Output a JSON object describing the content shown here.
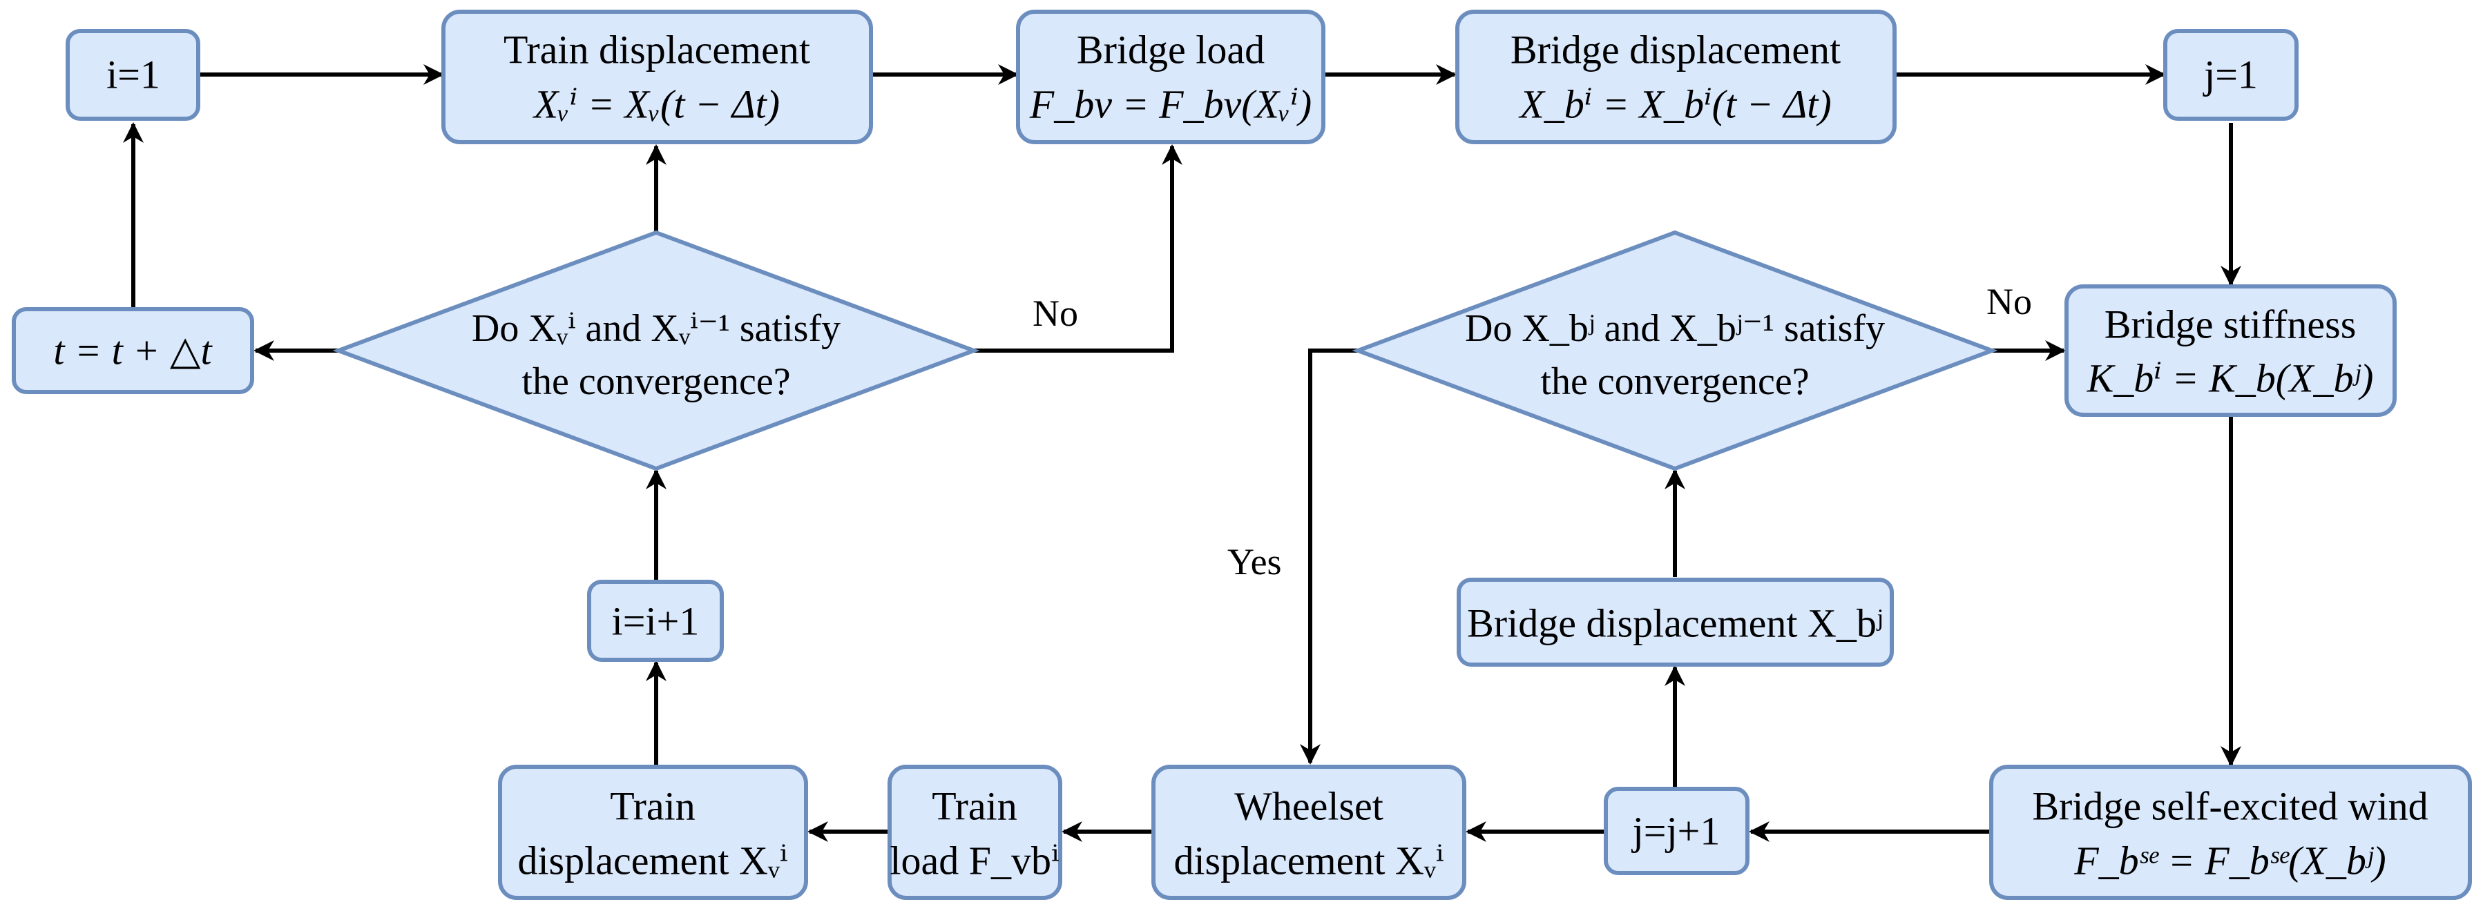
{
  "nodes": {
    "i_init": "i=1",
    "train_disp_title": "Train displacement",
    "train_disp_formula": "Xᵥⁱ = Xᵥ(t − Δt)",
    "bridge_load_title": "Bridge load",
    "bridge_load_formula": "F_bv = F_bv(Xᵥⁱ)",
    "bridge_disp_title": "Bridge displacement",
    "bridge_disp_formula": "X_bⁱ = X_bⁱ(t − Δt)",
    "j_init": "j=1",
    "time_step": "t = t + △t",
    "cond_v_line1": "Do Xᵥⁱ and Xᵥⁱ⁻¹ satisfy",
    "cond_v_line2": "the convergence?",
    "cond_b_line1": "Do X_bʲ and X_bʲ⁻¹ satisfy",
    "cond_b_line2": "the convergence?",
    "bridge_stiff_title": "Bridge stiffness",
    "bridge_stiff_formula": "K_bⁱ = K_b(X_bʲ)",
    "i_incr": "i=i+1",
    "bridge_disp_j": "Bridge displacement X_bʲ",
    "train_disp2_line1": "Train",
    "train_disp2_line2": "displacement Xᵥⁱ",
    "train_load_line1": "Train",
    "train_load_line2": "load F_vbⁱ",
    "wheelset_line1": "Wheelset",
    "wheelset_line2": "displacement Xᵥⁱ",
    "j_incr": "j=j+1",
    "wind_title": "Bridge self-excited wind",
    "wind_formula": "F_bˢᵉ = F_bˢᵉ(X_bʲ)"
  },
  "edge_labels": {
    "no_v": "No",
    "no_b": "No",
    "yes_b": "Yes"
  }
}
